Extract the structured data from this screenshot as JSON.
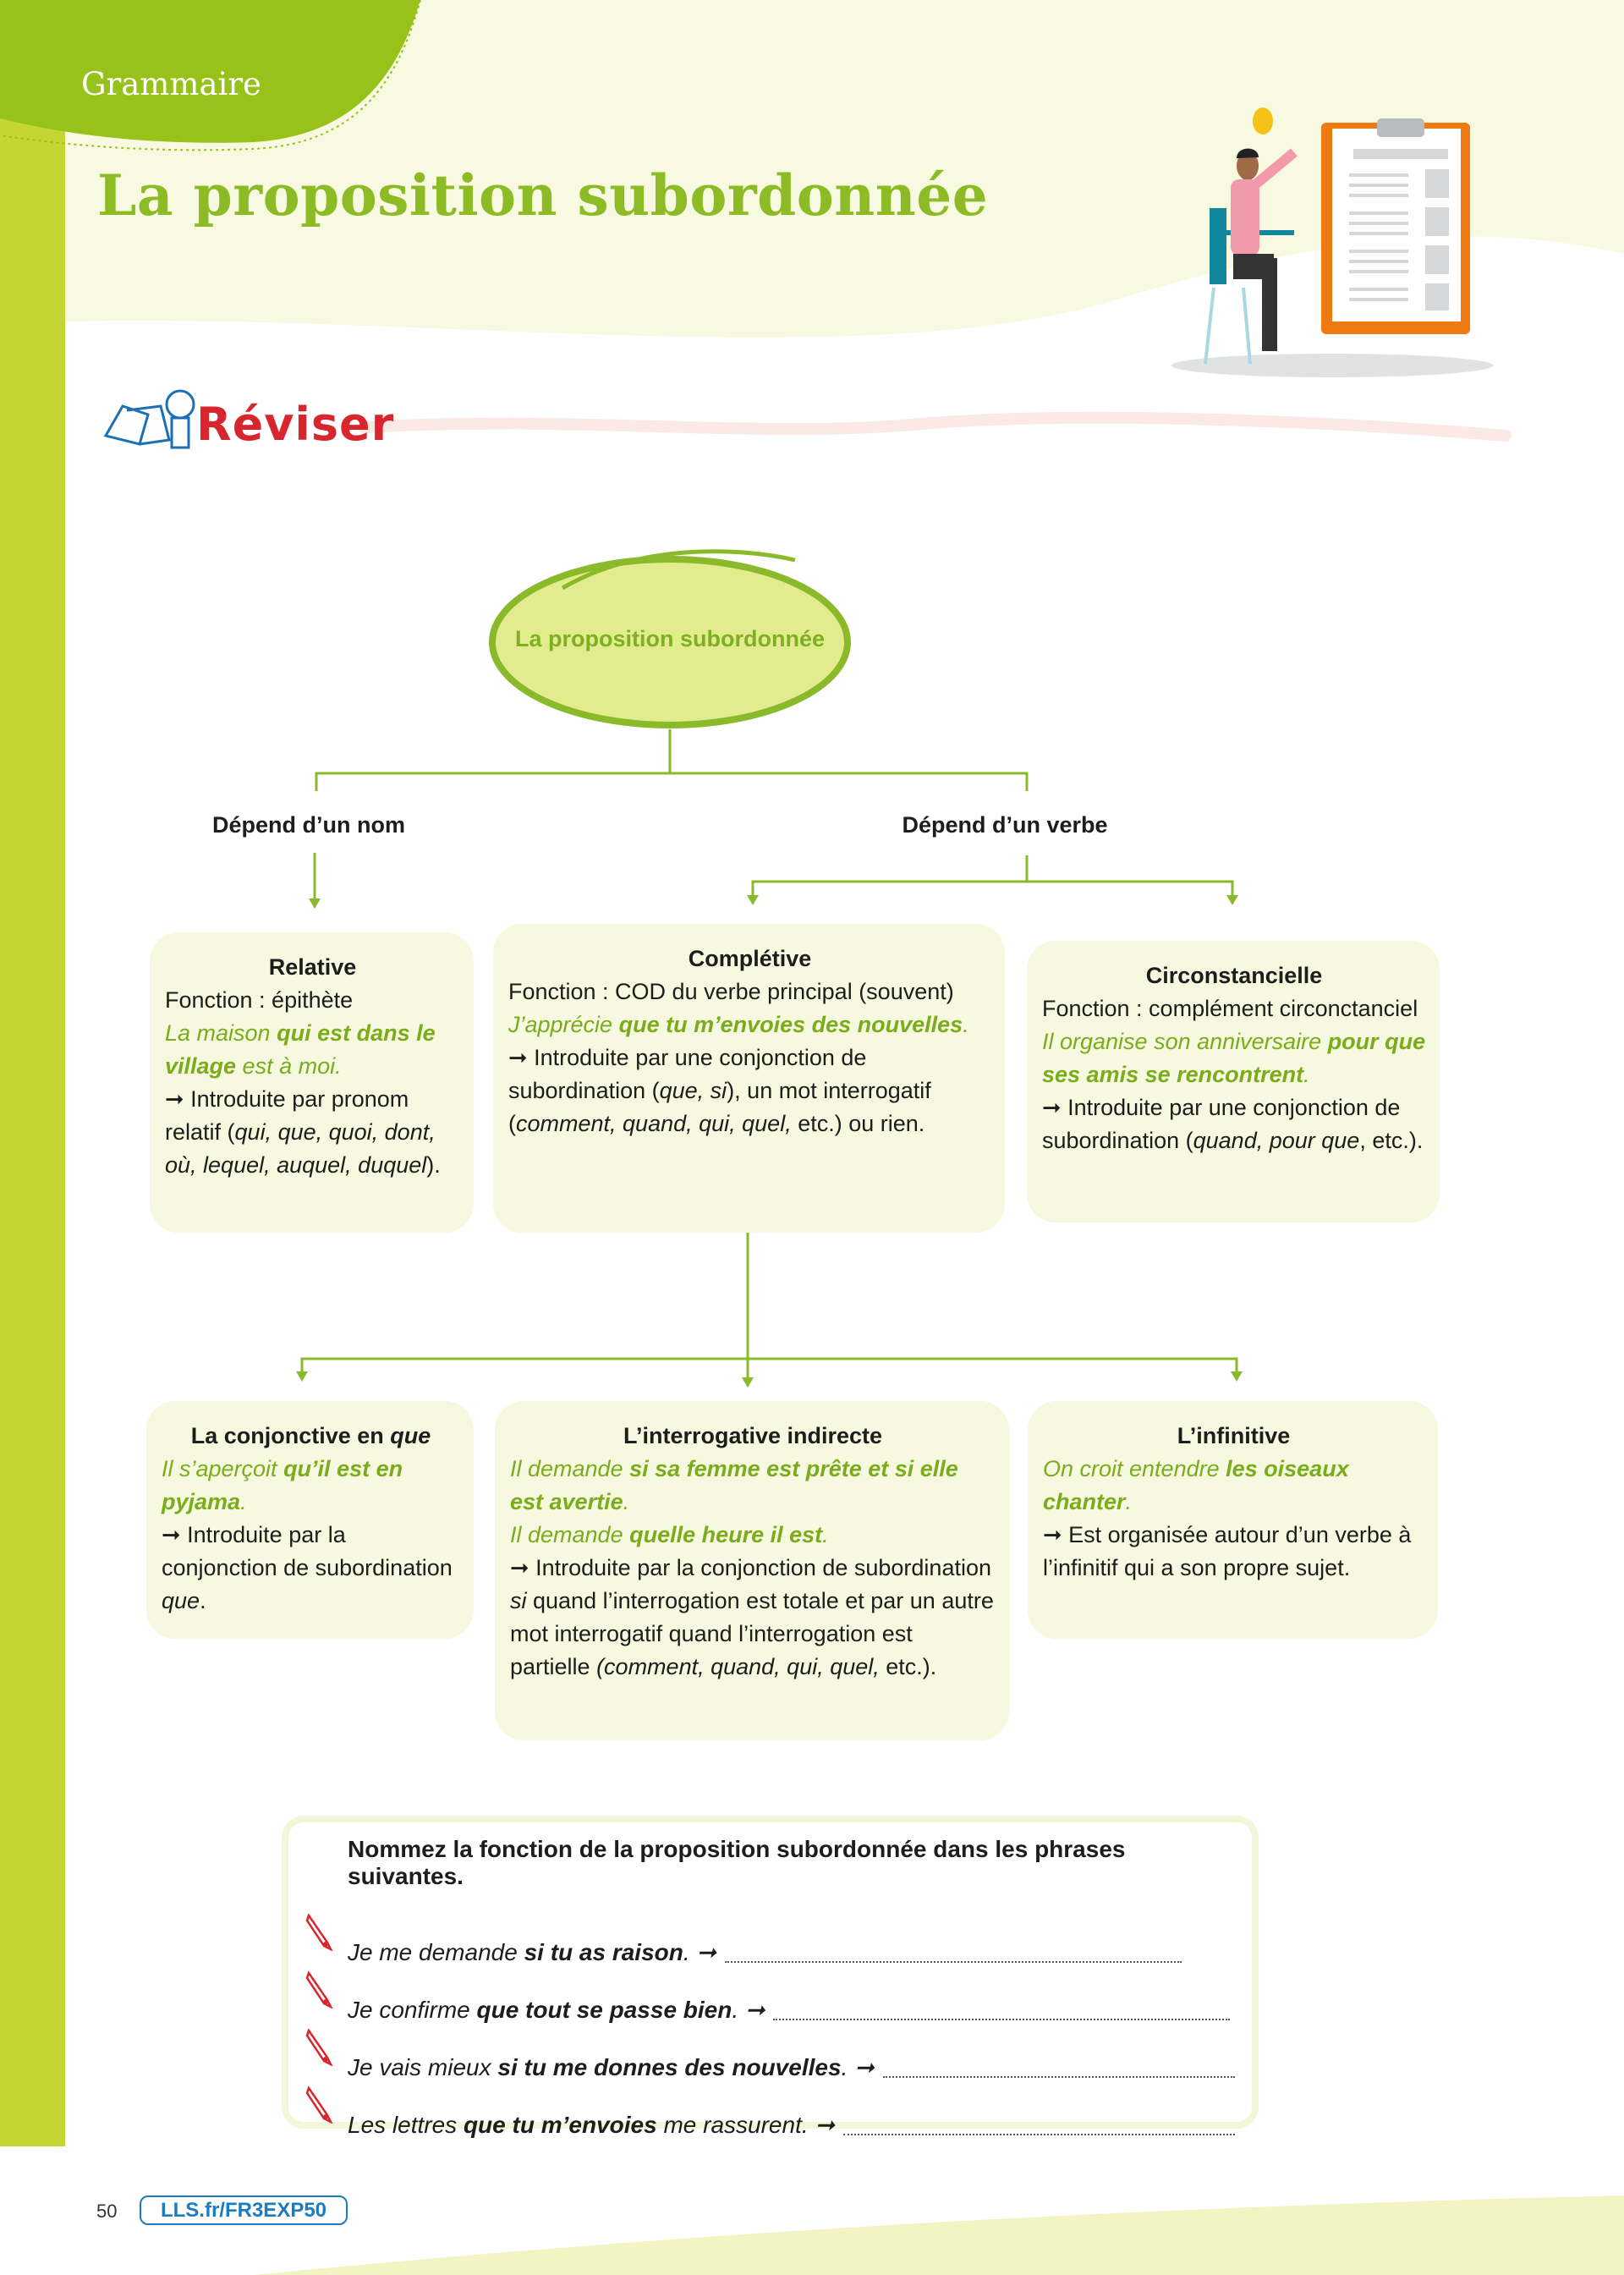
{
  "header": {
    "chapter": "Grammaire",
    "title": "La proposition subordonnée",
    "section": "Réviser"
  },
  "colors": {
    "green": "#7aac1c",
    "bar": "#c5d634",
    "cream": "#f6f8df",
    "red": "#d8262f",
    "blue": "#1a7cc1"
  },
  "map": {
    "root": "La proposition subordonnée",
    "branch_noun": "Dépend d’un nom",
    "branch_verb": "Dépend d’un verbe",
    "boxes": [
      {
        "title": "Relative",
        "body": [
          [
            "Fonction : épithète",
            ""
          ],
          [
            "\n",
            ""
          ],
          [
            "La maison ",
            "g"
          ],
          [
            "qui est dans le village",
            "gb"
          ],
          [
            " est à moi.",
            "g"
          ],
          [
            "\n",
            ""
          ],
          [
            "➞ Introduite par pronom relatif (",
            ""
          ],
          [
            "qui, que, quoi, dont, où, lequel, auquel, duquel",
            "i"
          ],
          [
            ").",
            ""
          ]
        ]
      },
      {
        "title": "Complétive",
        "body": [
          [
            "Fonction : COD du verbe principal (souvent)",
            ""
          ],
          [
            "\n",
            ""
          ],
          [
            "J’apprécie ",
            "g"
          ],
          [
            "que tu m’envoies des nouvelles",
            "gb"
          ],
          [
            ".",
            "g"
          ],
          [
            "\n",
            ""
          ],
          [
            "➞ Introduite par une conjonction de subordination (",
            ""
          ],
          [
            "que, si",
            "i"
          ],
          [
            "), un mot interroga­tif (",
            ""
          ],
          [
            "comment, quand, qui, quel,",
            "i"
          ],
          [
            " etc.) ou rien.",
            ""
          ]
        ]
      },
      {
        "title": "Circonstancielle",
        "body": [
          [
            "Fonction : complément circonc­tanciel",
            ""
          ],
          [
            "\n",
            ""
          ],
          [
            "Il organise son anniversaire ",
            "g"
          ],
          [
            "pour que ses amis se rencontrent",
            "gb"
          ],
          [
            ".",
            "g"
          ],
          [
            "\n",
            ""
          ],
          [
            "➞ Introduite par une conjonction de subordination (",
            ""
          ],
          [
            "quand, pour que",
            "i"
          ],
          [
            ", etc.).",
            ""
          ]
        ]
      },
      {
        "title": "La conjonctive en ",
        "title_i": "que",
        "body": [
          [
            "Il s’aperçoit ",
            "g"
          ],
          [
            "qu’il est en pyjama",
            "gb"
          ],
          [
            ".",
            "g"
          ],
          [
            "\n",
            ""
          ],
          [
            "➞ Introduite par la conjonction de subordi­nation ",
            ""
          ],
          [
            "que",
            "i"
          ],
          [
            ".",
            ""
          ]
        ]
      },
      {
        "title": "L’interrogative indirecte",
        "body": [
          [
            "Il demande ",
            "g"
          ],
          [
            "si sa femme est prête et si elle est avertie",
            "gb"
          ],
          [
            ".",
            "g"
          ],
          [
            "\n",
            ""
          ],
          [
            "Il demande ",
            "g"
          ],
          [
            "quelle heure il est",
            "gb"
          ],
          [
            ".",
            "g"
          ],
          [
            "\n",
            ""
          ],
          [
            "➞ Introduite par la conjonction de subordi­nation ",
            ""
          ],
          [
            "si",
            "i"
          ],
          [
            " quand l’interrogation est totale et par un autre mot interrogatif quand l’interrogation est partielle ",
            ""
          ],
          [
            "(comment, quand, qui, quel,",
            "i"
          ],
          [
            " etc.).",
            ""
          ]
        ]
      },
      {
        "title": "L’infinitive",
        "body": [
          [
            "On croit entendre ",
            "g"
          ],
          [
            "les oiseaux chanter",
            "gb"
          ],
          [
            ".",
            "g"
          ],
          [
            "\n",
            ""
          ],
          [
            "➞ Est organisée autour d’un verbe à l’infinitif qui a son propre sujet.",
            ""
          ]
        ]
      }
    ]
  },
  "exercise": {
    "instruction": "Nommez la fonction de la proposition subordonnée dans les phrases suivantes.",
    "items": [
      [
        [
          "Je me demande ",
          "i"
        ],
        [
          "si tu as raison",
          "bi"
        ],
        [
          ". ➞",
          "i"
        ]
      ],
      [
        [
          "Je confirme ",
          "i"
        ],
        [
          "que tout se passe bien",
          "bi"
        ],
        [
          ". ➞",
          "i"
        ]
      ],
      [
        [
          "Je vais mieux ",
          "i"
        ],
        [
          "si tu me donnes des nouvelles",
          "bi"
        ],
        [
          ". ➞",
          "i"
        ]
      ],
      [
        [
          "Les lettres ",
          "i"
        ],
        [
          "que tu m’envoies",
          "bi"
        ],
        [
          " me rassurent. ➞",
          "i"
        ]
      ]
    ]
  },
  "footer": {
    "page": "50",
    "link": "LLS.fr/FR3EXP50"
  }
}
